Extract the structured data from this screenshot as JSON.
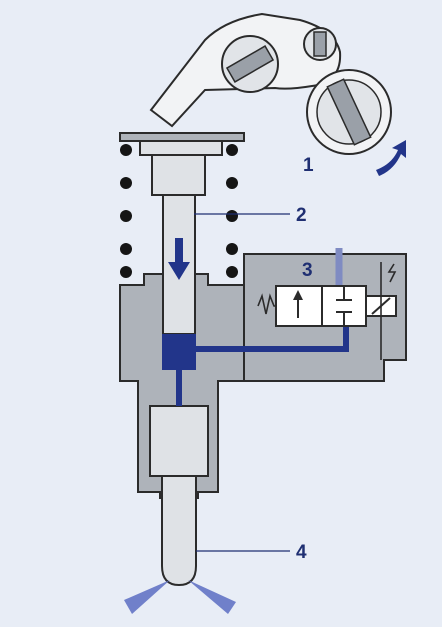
{
  "colors": {
    "background": "#e8edf6",
    "housing": "#aeb3ba",
    "metal_light": "#dfe2e6",
    "fuel": "#22358a",
    "callout": "#1f2f72",
    "outline": "#2b2b2b"
  },
  "callouts": [
    {
      "label": "1",
      "part": "camshaft"
    },
    {
      "label": "2",
      "part": "plunger"
    },
    {
      "label": "3",
      "part": "solenoid valve"
    },
    {
      "label": "4",
      "part": "nozzle"
    }
  ],
  "icons": {
    "flow_arrow": "arrow-down-icon",
    "rotation": "rotation-arrow-icon",
    "electrical": "lightning-icon",
    "spring": "spring-icon"
  }
}
